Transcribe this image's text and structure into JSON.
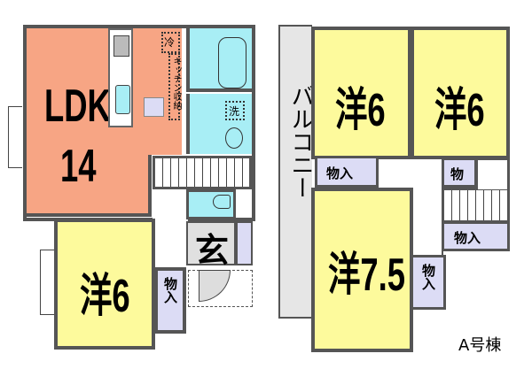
{
  "colors": {
    "ldk": "#f7a584",
    "western": "#fdfa9c",
    "storage": "#dcdcf5",
    "water": "#a8eef5",
    "genkan": "#e0e0e0",
    "balcony": "#e6e6e6",
    "wall": "#555555"
  },
  "floor1": {
    "ldk": {
      "label": "LDK",
      "size": "14"
    },
    "fridge": "冷",
    "kitchen_storage": "キッチン収納",
    "washer": "洗",
    "genkan": "玄",
    "room": {
      "label": "洋6"
    },
    "closet": "物入"
  },
  "floor2": {
    "balcony": "バルコニー",
    "room_left": {
      "label": "洋6"
    },
    "room_right": {
      "label": "洋6"
    },
    "room_large": {
      "label": "洋7.5"
    },
    "closet_left": "物入",
    "closet_small": "物",
    "closet_right": "物入",
    "closet_vertical": "物入"
  },
  "building_label": "A号棟"
}
